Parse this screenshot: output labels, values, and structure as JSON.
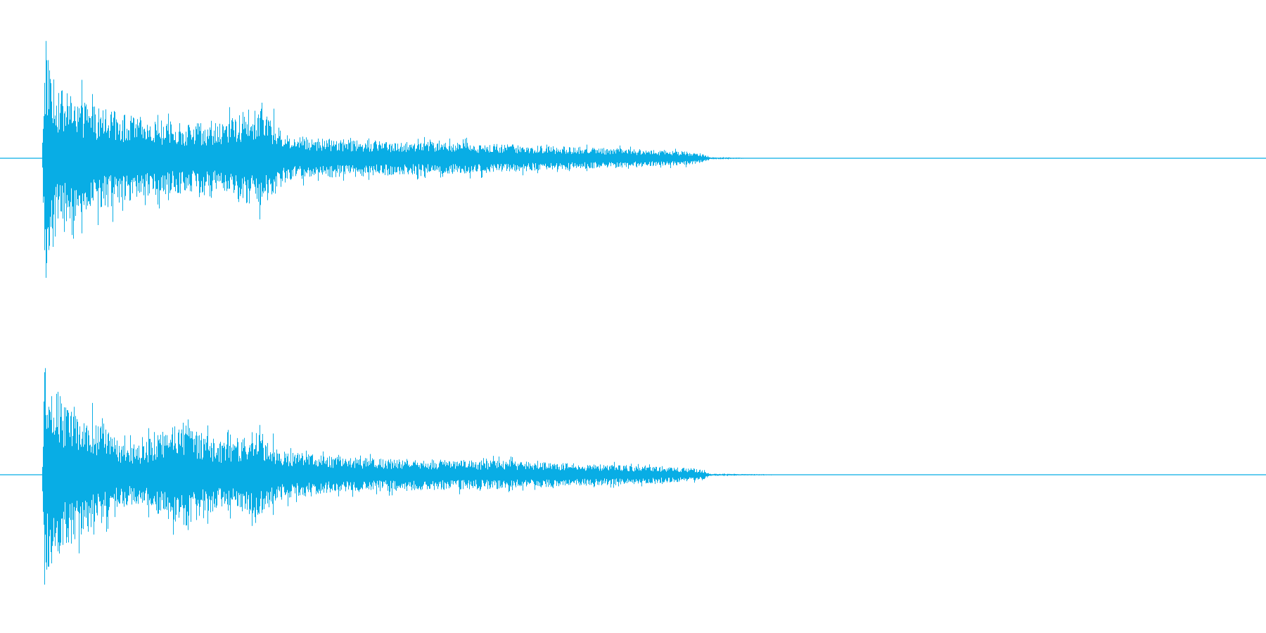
{
  "waveform": {
    "color": "#08ADE5",
    "background": "#FFFFFF",
    "channels": [
      {
        "name": "",
        "envelope": [
          [
            0.0,
            0.0
          ],
          [
            0.033,
            0.0
          ],
          [
            0.035,
            0.98
          ],
          [
            0.04,
            0.85
          ],
          [
            0.045,
            0.6
          ],
          [
            0.055,
            0.55
          ],
          [
            0.075,
            0.45
          ],
          [
            0.1,
            0.38
          ],
          [
            0.12,
            0.33
          ],
          [
            0.15,
            0.3
          ],
          [
            0.175,
            0.3
          ],
          [
            0.195,
            0.42
          ],
          [
            0.21,
            0.4
          ],
          [
            0.225,
            0.2
          ],
          [
            0.26,
            0.17
          ],
          [
            0.3,
            0.15
          ],
          [
            0.35,
            0.14
          ],
          [
            0.4,
            0.12
          ],
          [
            0.45,
            0.1
          ],
          [
            0.5,
            0.08
          ],
          [
            0.54,
            0.06
          ],
          [
            0.555,
            0.04
          ],
          [
            0.56,
            0.01
          ],
          [
            0.585,
            0.005
          ],
          [
            0.59,
            0.0
          ],
          [
            1.0,
            0.0
          ]
        ]
      },
      {
        "name": "",
        "envelope": [
          [
            0.0,
            0.0
          ],
          [
            0.033,
            0.0
          ],
          [
            0.035,
            0.96
          ],
          [
            0.04,
            0.82
          ],
          [
            0.05,
            0.62
          ],
          [
            0.065,
            0.55
          ],
          [
            0.08,
            0.42
          ],
          [
            0.095,
            0.28
          ],
          [
            0.11,
            0.26
          ],
          [
            0.13,
            0.38
          ],
          [
            0.145,
            0.45
          ],
          [
            0.16,
            0.35
          ],
          [
            0.175,
            0.28
          ],
          [
            0.19,
            0.32
          ],
          [
            0.205,
            0.38
          ],
          [
            0.22,
            0.22
          ],
          [
            0.26,
            0.16
          ],
          [
            0.3,
            0.14
          ],
          [
            0.35,
            0.13
          ],
          [
            0.4,
            0.12
          ],
          [
            0.45,
            0.1
          ],
          [
            0.5,
            0.08
          ],
          [
            0.54,
            0.06
          ],
          [
            0.555,
            0.05
          ],
          [
            0.56,
            0.01
          ],
          [
            0.6,
            0.005
          ],
          [
            0.625,
            0.0
          ],
          [
            1.0,
            0.0
          ]
        ]
      }
    ]
  }
}
